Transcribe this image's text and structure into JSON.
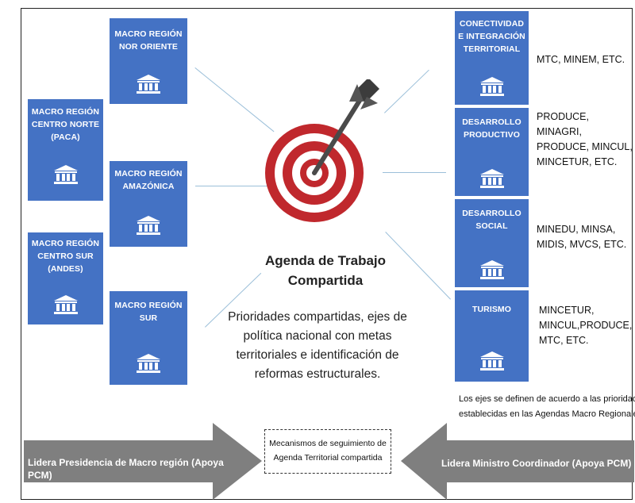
{
  "macro_regions": [
    {
      "id": "nor-oriente",
      "lines": [
        "MACRO REGIÓN",
        "NOR ORIENTE"
      ]
    },
    {
      "id": "centro-norte",
      "lines": [
        "MACRO REGIÓN",
        "CENTRO NORTE",
        "(PACA)"
      ]
    },
    {
      "id": "amazonica",
      "lines": [
        "MACRO REGIÓN",
        "AMAZÓNICA"
      ]
    },
    {
      "id": "centro-sur",
      "lines": [
        "MACRO REGIÓN",
        "CENTRO SUR",
        "(ANDES)"
      ]
    },
    {
      "id": "sur",
      "lines": [
        "MACRO REGIÓN",
        "SUR"
      ]
    }
  ],
  "axes": [
    {
      "id": "conectividad",
      "lines": [
        "CONECTIVIDAD",
        "E INTEGRACIÓN",
        "TERRITORIAL"
      ],
      "ministries": [
        "MTC, MINEM, ETC."
      ]
    },
    {
      "id": "productivo",
      "lines": [
        "DESARROLLO",
        "PRODUCTIVO"
      ],
      "ministries": [
        "PRODUCE, MINAGRI,",
        "PRODUCE, MINCUL,",
        "MINCETUR, ETC."
      ]
    },
    {
      "id": "social",
      "lines": [
        "DESARROLLO",
        "SOCIAL"
      ],
      "ministries": [
        "MINEDU, MINSA,",
        "MIDIS, MVCS, ETC."
      ]
    },
    {
      "id": "turismo",
      "lines": [
        "TURISMO"
      ],
      "ministries": [
        "MINCETUR,",
        "MINCUL,PRODUCE,",
        "MTC, ETC."
      ]
    }
  ],
  "center": {
    "title_1": "Agenda de Trabajo",
    "title_2": "Compartida",
    "text": "Prioridades compartidas, ejes de política nacional con metas territoriales e identificación de reformas estructurales."
  },
  "note": {
    "line_1": "Los ejes se definen de acuerdo a las prioridades",
    "line_2": "establecidas en las Agendas Macro Regionales."
  },
  "mechanisms": {
    "line_1": "Mecanismos de seguimiento de",
    "line_2": "Agenda Territorial compartida"
  },
  "left_arrow": {
    "line_1": "Lidera Presidencia de Macro región (Apoya",
    "line_2": "PCM)"
  },
  "right_arrow": {
    "line_1": "Lidera Ministro Coordinador (Apoya PCM)"
  },
  "colors": {
    "box": "#4472c4",
    "arrow": "#7f7f7f",
    "target_red": "#c0282d",
    "line": "#9bbfd9"
  },
  "icons": {
    "box_icon": "building-icon",
    "center_icon": "target-arrow-icon"
  }
}
